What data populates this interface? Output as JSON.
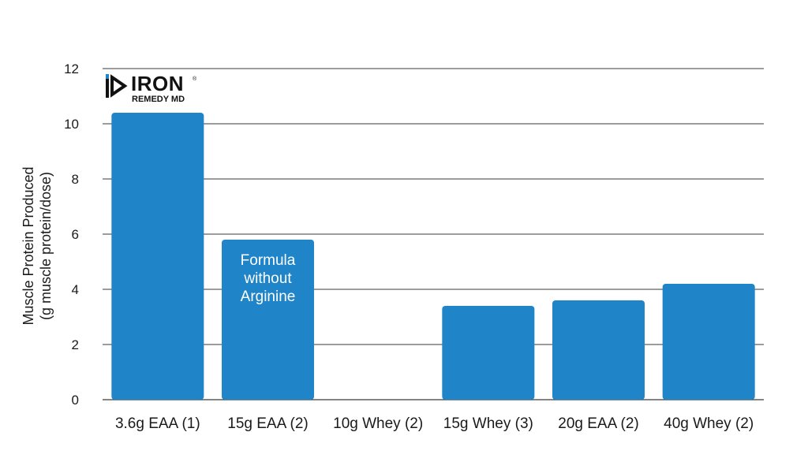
{
  "logo": {
    "main": "IRON",
    "sub": "REMEDY MD",
    "registered": "®"
  },
  "chart_data": {
    "type": "bar",
    "categories": [
      "3.6g EAA (1)",
      "15g EAA (2)",
      "10g Whey (2)",
      "15g Whey (3)",
      "20g EAA (2)",
      "40g Whey (2)"
    ],
    "values": [
      10.4,
      5.8,
      0,
      3.4,
      3.6,
      4.2
    ],
    "title": "",
    "xlabel": "",
    "ylabel_lines": [
      "Muscle Protein Produced",
      "(g muscle protein/dose)"
    ],
    "ylim": [
      0,
      12
    ],
    "yticks": [
      0,
      2,
      4,
      6,
      8,
      10,
      12
    ],
    "grid": true,
    "bar_color": "#1f84c8",
    "annotations": [
      {
        "category": "15g EAA (2)",
        "lines": [
          "Formula",
          "without",
          "Arginine"
        ]
      }
    ]
  }
}
